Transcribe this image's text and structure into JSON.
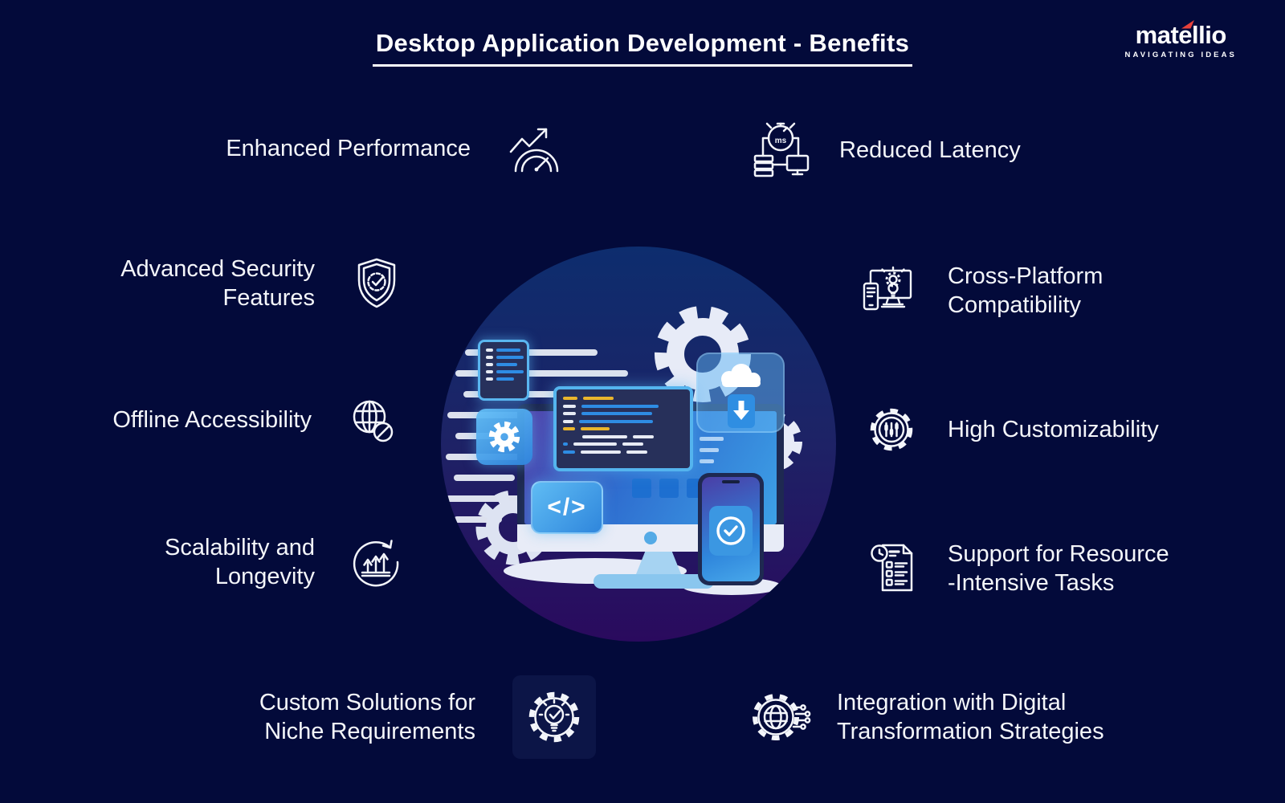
{
  "title": "Desktop Application Development - Benefits",
  "logo": {
    "name": "matellio",
    "tagline": "NAVIGATING IDEAS",
    "accent_color": "#e8413a"
  },
  "colors": {
    "background": "#030a3a",
    "text": "#f4f6fa",
    "accent_blue": "#54b4ee",
    "accent_yellow": "#eab62c",
    "circle_top": "#0d2d6e",
    "circle_bottom": "#2a0a5e"
  },
  "benefits": {
    "left": [
      {
        "label": "Enhanced Performance",
        "icon": "speedometer-growth-icon"
      },
      {
        "label": "Advanced Security\nFeatures",
        "icon": "shield-check-icon"
      },
      {
        "label": "Offline Accessibility",
        "icon": "globe-offline-icon"
      },
      {
        "label": "Scalability and\nLongevity",
        "icon": "growth-cycle-icon"
      },
      {
        "label": "Custom Solutions for\nNiche Requirements",
        "icon": "gear-bulb-check-icon"
      }
    ],
    "right": [
      {
        "label": "Reduced Latency",
        "icon": "stopwatch-network-icon"
      },
      {
        "label": "Cross-Platform\nCompatibility",
        "icon": "devices-bulb-icon"
      },
      {
        "label": "High Customizability",
        "icon": "gear-sliders-icon"
      },
      {
        "label": "Support for Resource\n-Intensive Tasks",
        "icon": "task-list-clock-icon"
      },
      {
        "label": "Integration with Digital\nTransformation Strategies",
        "icon": "gear-globe-circuit-icon"
      }
    ]
  },
  "illustration": {
    "code_symbol": "</>",
    "stopwatch_unit": "ms"
  }
}
